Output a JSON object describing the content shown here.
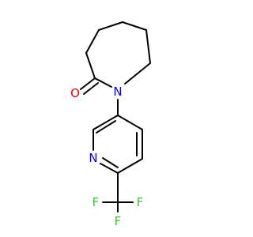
{
  "molecule": {
    "atoms": {
      "oxygen": {
        "symbol": "O",
        "color": "#ff0000"
      },
      "lactam_nitrogen": {
        "symbol": "N",
        "color": "#0000ff"
      },
      "pyridine_nitrogen": {
        "symbol": "N",
        "color": "#0000ff"
      },
      "fluorine_left": {
        "symbol": "F",
        "color": "#33cc33"
      },
      "fluorine_right": {
        "symbol": "F",
        "color": "#33cc33"
      },
      "fluorine_bottom": {
        "symbol": "F",
        "color": "#33cc33"
      }
    },
    "bond_color": "#000000"
  }
}
